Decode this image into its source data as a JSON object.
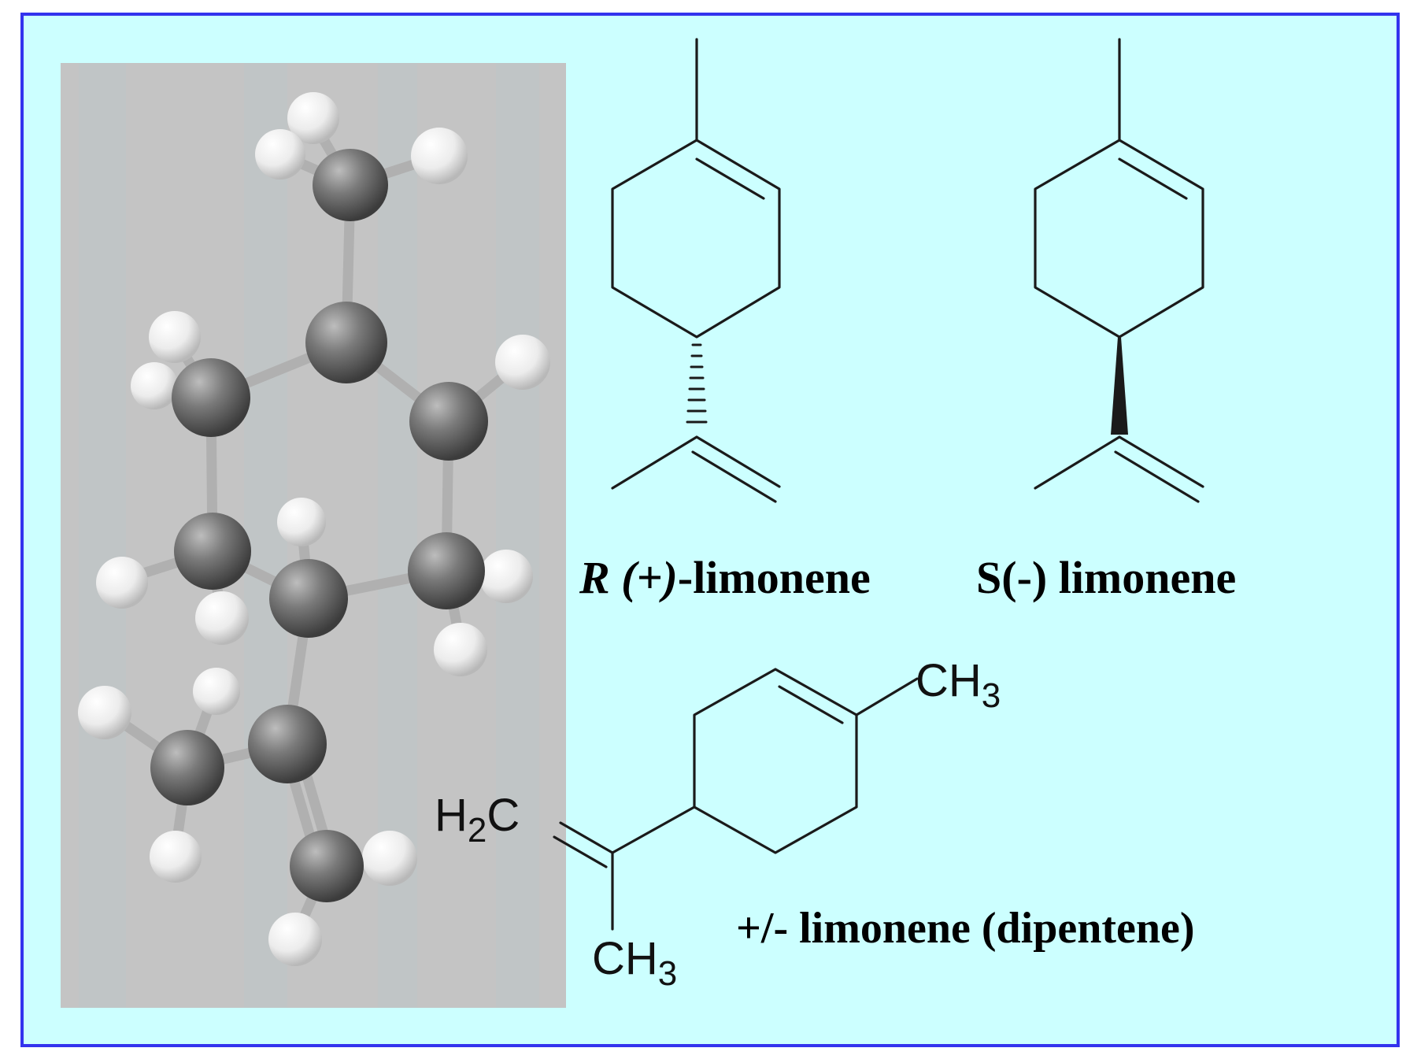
{
  "labels": {
    "r_italic": "R (+)",
    "r_rest": "-limonene",
    "s_label": "S(-) limonene",
    "racemic_label": "+/- limonene (dipentene)",
    "ch3_top": "CH",
    "ch3_top_sub": "3",
    "h2c": "H",
    "h2c_sub": "2",
    "h2c_tail": "C",
    "ch3_bottom": "CH",
    "ch3_bottom_sub": "3"
  },
  "colors": {
    "panel_bg": "#ccffff",
    "panel_border": "#3333ee",
    "model_bg": "#c4c4c4",
    "carbon": "#6e6e6e",
    "hydrogen": "#f2f2f2",
    "bond_line": "#1a1a1a"
  }
}
